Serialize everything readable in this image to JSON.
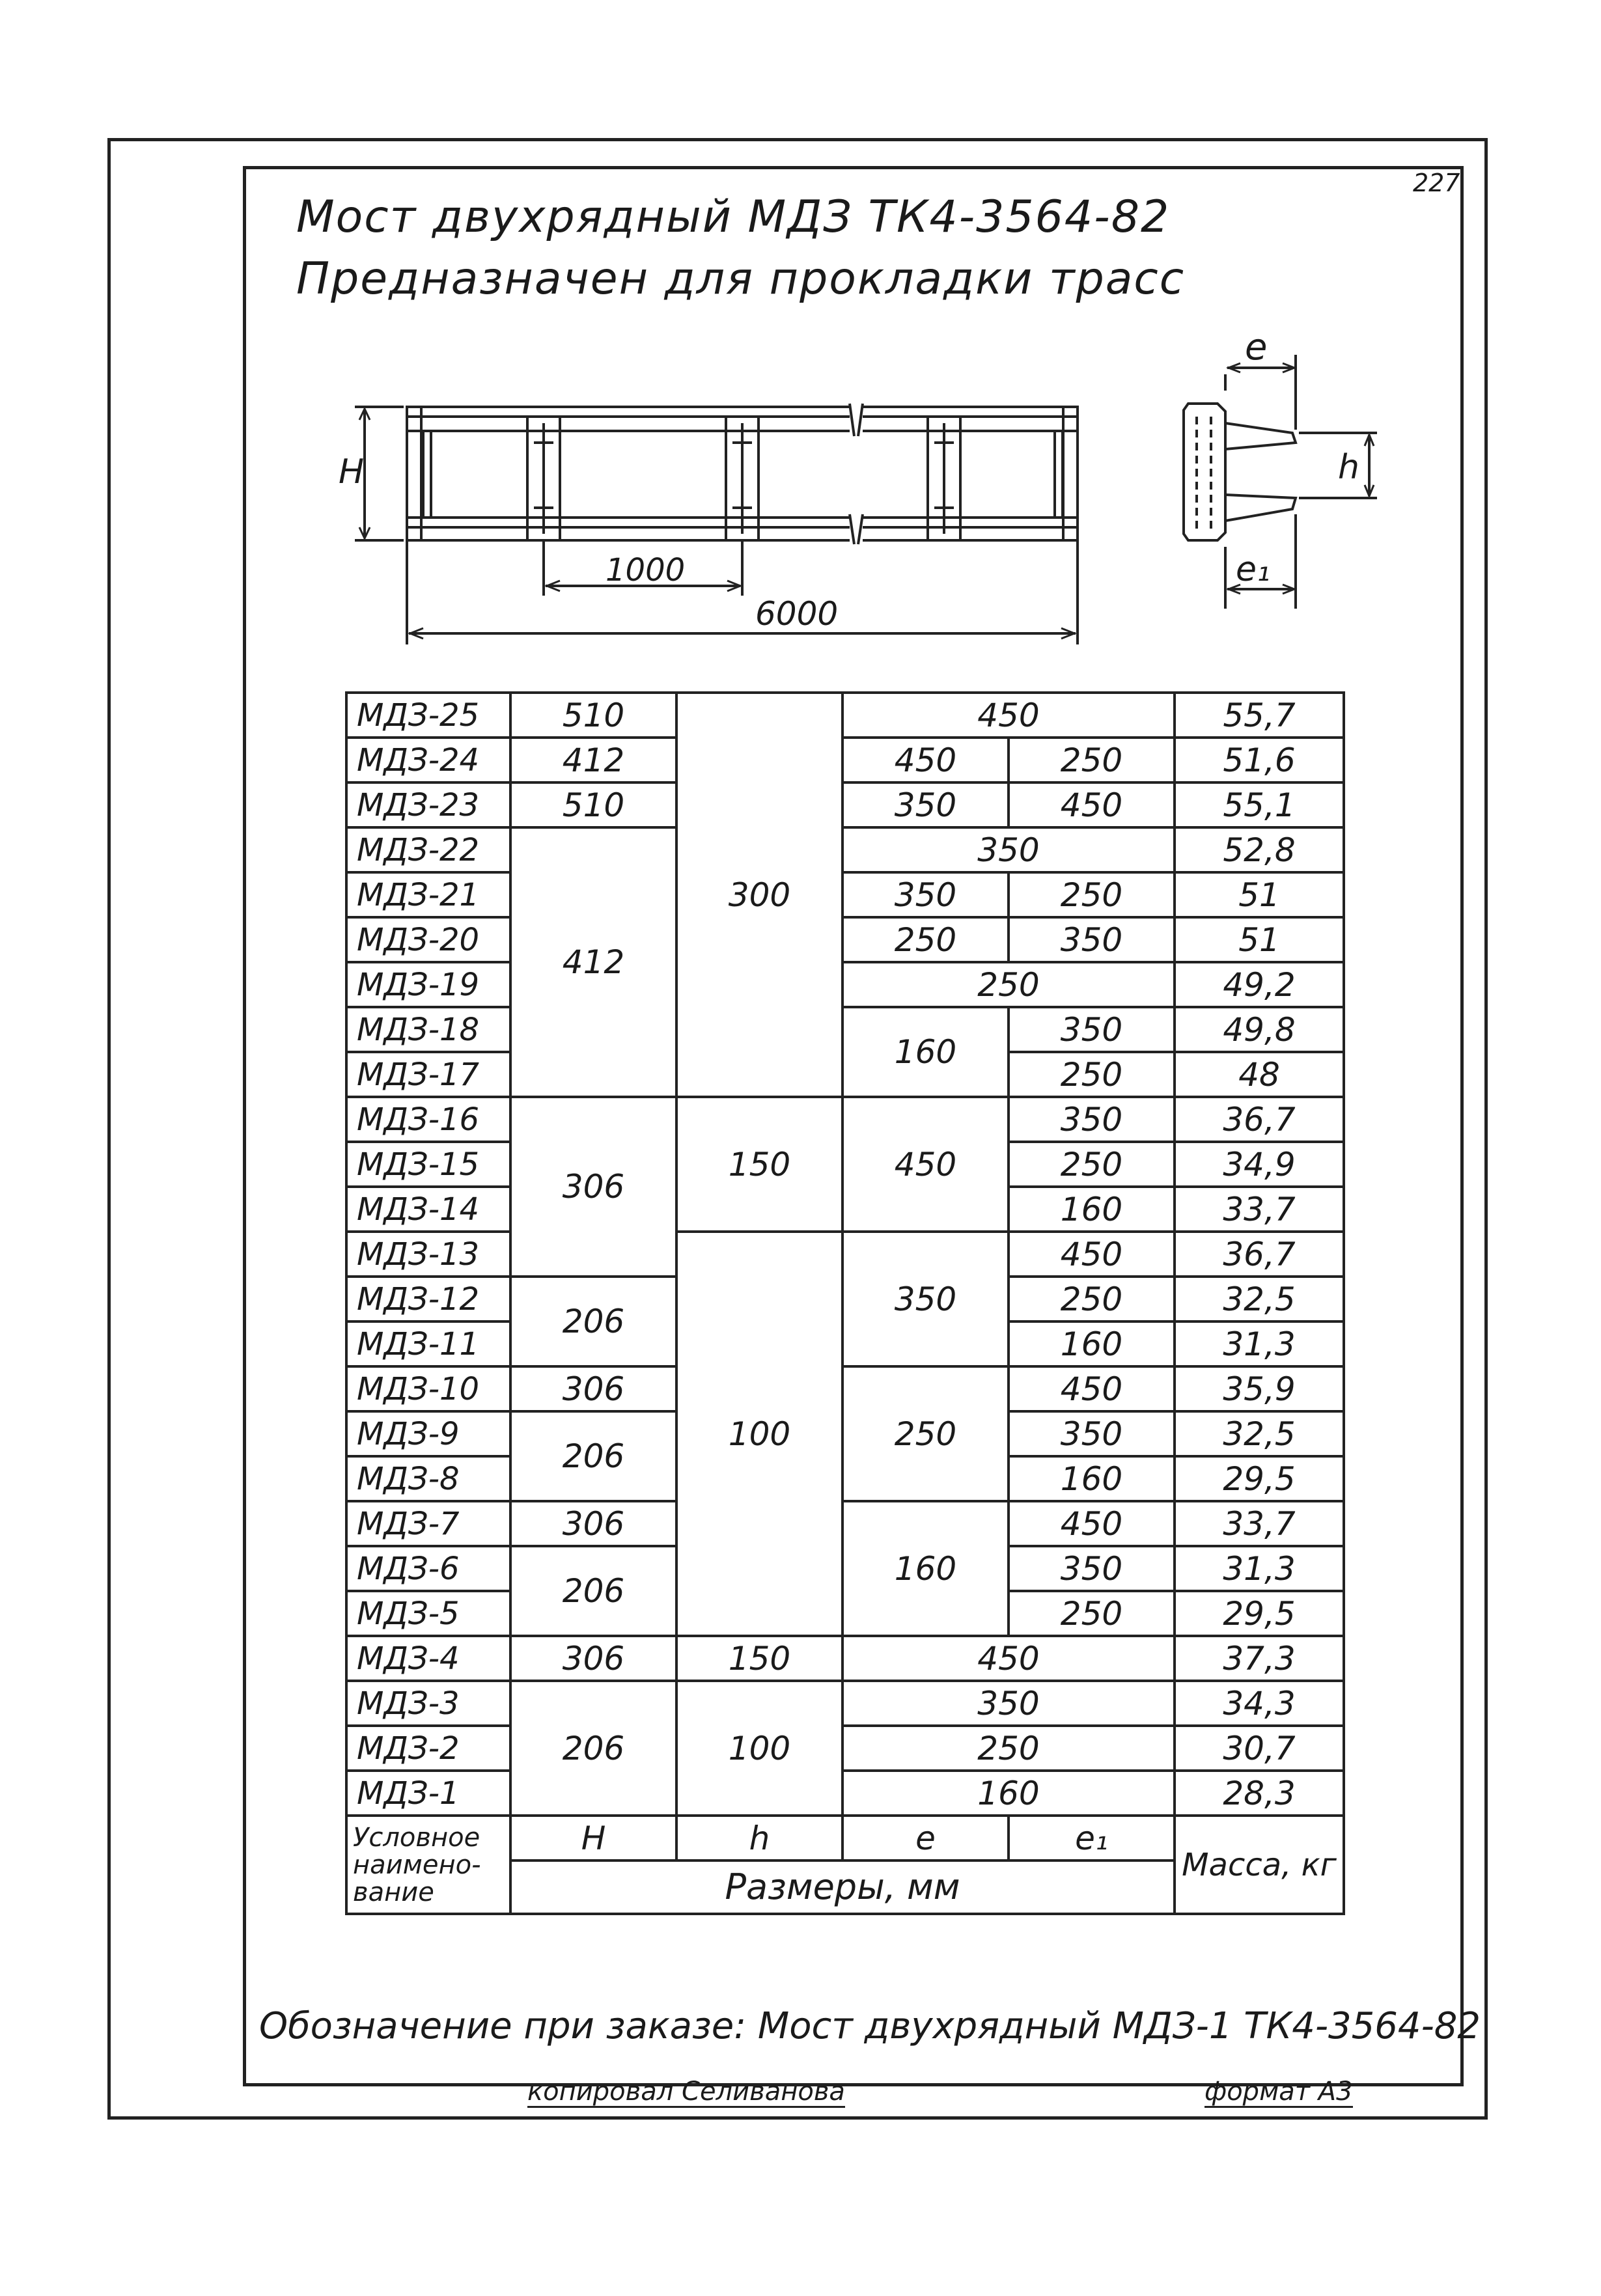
{
  "page_number": "227",
  "title": {
    "line1": "Мост двухрядный МДЗ ТК4-3564-82",
    "line2": "Предназначен для прокладки трасс"
  },
  "drawing": {
    "front": {
      "height_label": "H",
      "dim_spacing": "1000",
      "dim_length": "6000"
    },
    "side": {
      "top_label": "e",
      "bottom_label": "e₁",
      "height_label": "h"
    }
  },
  "table": {
    "rows": [
      [
        "МДЗ-25",
        "510",
        "450",
        "",
        "55,7"
      ],
      [
        "МДЗ-24",
        "412",
        "450",
        "250",
        "51,6"
      ],
      [
        "МДЗ-23",
        "510",
        "350",
        "450",
        "55,1"
      ],
      [
        "МДЗ-22",
        "",
        "350",
        "",
        "52,8"
      ],
      [
        "МДЗ-21",
        "",
        "350",
        "250",
        "51"
      ],
      [
        "МДЗ-20",
        "",
        "250",
        "350",
        "51"
      ],
      [
        "МДЗ-19",
        "",
        "250",
        "",
        "49,2"
      ],
      [
        "МДЗ-18",
        "",
        "",
        "350",
        "49,8"
      ],
      [
        "МДЗ-17",
        "",
        "",
        "250",
        "48"
      ],
      [
        "МДЗ-16",
        "",
        "",
        "350",
        "36,7"
      ],
      [
        "МДЗ-15",
        "",
        "",
        "250",
        "34,9"
      ],
      [
        "МДЗ-14",
        "",
        "",
        "160",
        "33,7"
      ],
      [
        "МДЗ-13",
        "",
        "",
        "450",
        "36,7"
      ],
      [
        "МДЗ-12",
        "",
        "",
        "250",
        "32,5"
      ],
      [
        "МДЗ-11",
        "",
        "",
        "160",
        "31,3"
      ],
      [
        "МДЗ-10",
        "306",
        "",
        "450",
        "35,9"
      ],
      [
        "МДЗ-9",
        "",
        "",
        "350",
        "32,5"
      ],
      [
        "МДЗ-8",
        "",
        "",
        "160",
        "29,5"
      ],
      [
        "МДЗ-7",
        "306",
        "",
        "450",
        "33,7"
      ],
      [
        "МДЗ-6",
        "",
        "",
        "350",
        "31,3"
      ],
      [
        "МДЗ-5",
        "",
        "",
        "250",
        "29,5"
      ],
      [
        "МДЗ-4",
        "306",
        "150",
        "450",
        "37,3"
      ],
      [
        "МДЗ-3",
        "",
        "",
        "350",
        "34,3"
      ],
      [
        "МДЗ-2",
        "206",
        "100",
        "250",
        "30,7"
      ],
      [
        "МДЗ-1",
        "",
        "",
        "160",
        "28,3"
      ]
    ],
    "merged": {
      "h_300": "300",
      "H_412": "412",
      "e_160_a": "160",
      "H_306": "306",
      "h_150": "150",
      "e_450": "450",
      "e_350": "350",
      "H_206_a": "206",
      "H_206_b": "206",
      "h_100": "100",
      "e_250": "250",
      "e_160_b": "160",
      "H_206_c": "206"
    },
    "header": {
      "name": "Условное наимено-вание",
      "H": "H",
      "h": "h",
      "e": "e",
      "e1": "e₁",
      "dimensions": "Размеры, мм",
      "mass": "Масса, кг"
    }
  },
  "designation": "Обозначение при заказе: Мост двухрядный МДЗ-1 ТК4-3564-82",
  "footer": {
    "copied_by": "копировал Селиванова",
    "format": "формат А3"
  }
}
